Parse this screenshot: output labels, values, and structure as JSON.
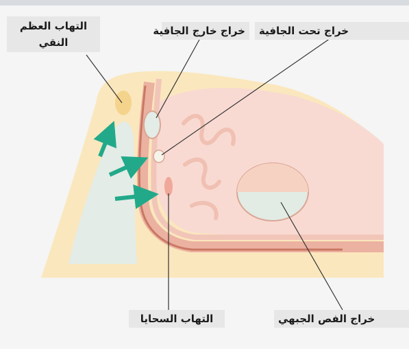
{
  "labels": {
    "osteitis": "التهاب العظم النقي",
    "epidural": "خراج خارج الجافية",
    "subdural": "خراج تحت الجافية",
    "meningitis": "التهاب السحايا",
    "frontal": "خراج الفص الجبهي"
  },
  "colors": {
    "bone": "#fbe7bd",
    "dura": "#ebb1a1",
    "brain": "#f8dad2",
    "sinus": "#e3ece6",
    "arrow": "#22a98a",
    "abscess": "#f3c9a9"
  },
  "icon_names": [
    "infection-arrow-icon"
  ]
}
